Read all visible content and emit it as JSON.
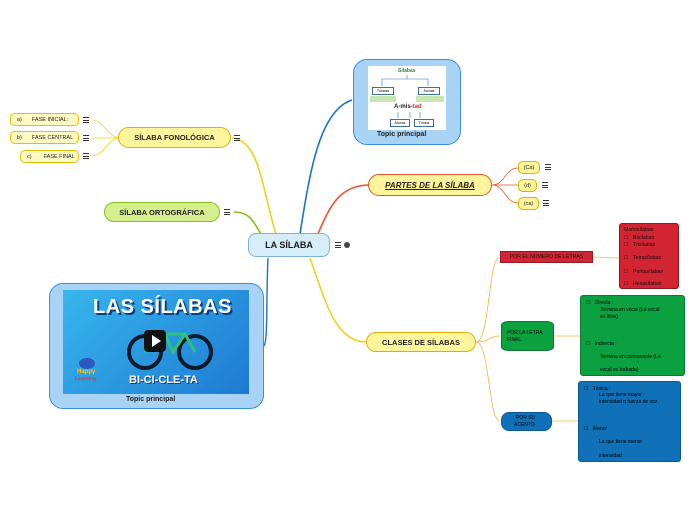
{
  "center": {
    "label": "LA SÍLABA"
  },
  "left": {
    "fonologica": {
      "label": "SÍLABA FONOLÓGICA",
      "items": [
        {
          "letter": "a)",
          "text": "FASE INICIAL:"
        },
        {
          "letter": "b)",
          "text": "FASE CENTRAL"
        },
        {
          "letter": "c)",
          "text": "FASE FINAL"
        }
      ]
    },
    "ortografica": {
      "label": "SÍLABA ORTOGRÁFICA"
    },
    "video": {
      "title_line1": "LAS SÍLABAS",
      "subtitle": "BI-CI-CLE-TA",
      "brand1": "Happy",
      "brand2": "Learning",
      "caption": "Topic principal"
    }
  },
  "top_card": {
    "caption": "Topic principal",
    "thumb": {
      "title": "Sílabas",
      "left": "Tónicas",
      "right": "Átonas",
      "word_pre": "A-mis-",
      "word_stress": "tad",
      "bottom_left": "Átonas",
      "bottom_right": "Tónica"
    }
  },
  "partes": {
    "label": "PARTES DE LA SÍLABA",
    "items": [
      "(Ca)",
      "(d)",
      "(ca)"
    ]
  },
  "clases": {
    "label": "CLASES DE SÍLABAS",
    "numero": {
      "label": "POR EL NÚMERO DE LETRAS",
      "items": [
        "Monosílabas",
        "Bisílabas",
        "Trisílabas",
        "Tetrasílabas",
        "Pentasílabas",
        "Hexasílabas"
      ]
    },
    "letra_final": {
      "label_line1": "POR LA LETRA",
      "label_line2": "FINAL",
      "directa_title": "Directa :",
      "directa_desc1": "Termina en vocal (La vocal",
      "directa_desc2": "es libre)",
      "indirecta_title": "Indirecta :",
      "indirecta_desc1": "Termina en consonante (La",
      "indirecta_desc2": "vocal es trabada)"
    },
    "acento": {
      "label_line1": "POR SU",
      "label_line2": "ACENTO",
      "tonica_title": "Tónica :",
      "tonica_desc1": "La que tiene mayor",
      "tonica_desc2": "intensidad o fuerza de voz.",
      "atona_title": "Átona:",
      "atona_desc1": "La que tiene menor",
      "atona_desc2": "intensidad"
    }
  },
  "colors": {
    "yellow_branch": "#e9c400",
    "green_branch": "#8bbd1e",
    "blue_branch": "#1a73c8",
    "red_branch": "#e8542a",
    "orange_branch": "#f5b041"
  }
}
